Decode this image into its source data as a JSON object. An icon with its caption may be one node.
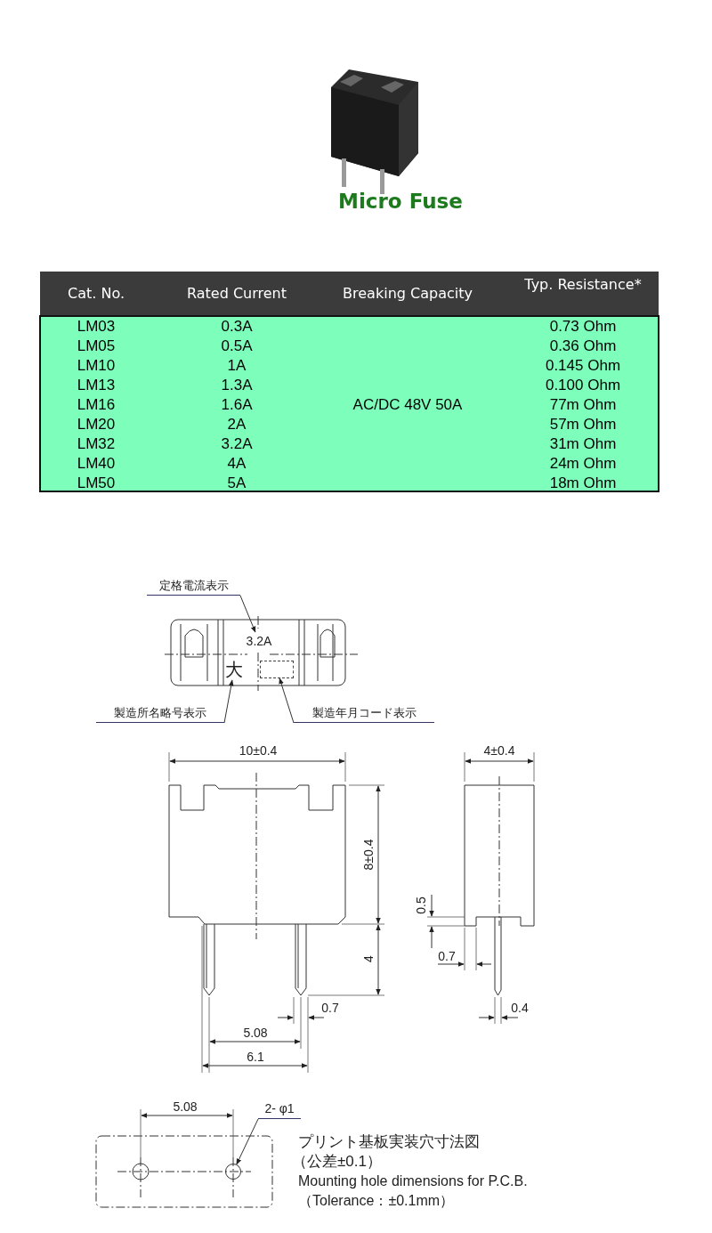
{
  "diagram": {
    "title": "Micro Fuse",
    "nodes": [
      {
        "text": [
          "定格電流表示"
        ]
      },
      {
        "text": [
          "3.2A"
        ]
      },
      {
        "text": [
          "大"
        ]
      },
      {
        "text": [
          "製造所名略号表示"
        ]
      },
      {
        "text": [],
        "shape": "box"
      },
      {
        "text": [
          "製造年月コード表示"
        ]
      },
      {
        "text": [
          "2- φ1"
        ]
      },
      {
        "text": [],
        "shape": "circle"
      }
    ],
    "edges": [
      {
        "from": 0,
        "to": 1,
        "arrow": "to"
      },
      {
        "from": 3,
        "to": 2,
        "arrow": "to"
      },
      {
        "from": 5,
        "to": 4,
        "arrow": "to"
      },
      {
        "from": 6,
        "to": 7,
        "arrow": "to"
      }
    ],
    "labels": [
      "Cat. No.",
      "Rated Current",
      "Breaking Capacity",
      "Typ. Resistance*",
      "LM03",
      "0.3A",
      "0.73 Ohm",
      "LM05",
      "0.5A",
      "0.36 Ohm",
      "LM10",
      "1A",
      "0.145 Ohm",
      "LM13",
      "1.3A",
      "0.100 Ohm",
      "LM16",
      "1.6A",
      "AC/DC 48V 50A",
      "77m Ohm",
      "LM20",
      "2A",
      "57m Ohm",
      "LM32",
      "3.2A",
      "31m Ohm",
      "LM40",
      "4A",
      "24m Ohm",
      "LM50",
      "5A",
      "18m Ohm",
      "10±0.4",
      "4±0.4",
      "8±0.4",
      "0.5",
      "4",
      "0.7",
      "0.7",
      "0.4",
      "5.08",
      "6.1",
      "5.08",
      "プリント基板実装穴寸法図",
      "（公差±0.1）",
      "Mounting hole dimensions for P.C.B.（Tolerance：±0.1mm）"
    ]
  }
}
